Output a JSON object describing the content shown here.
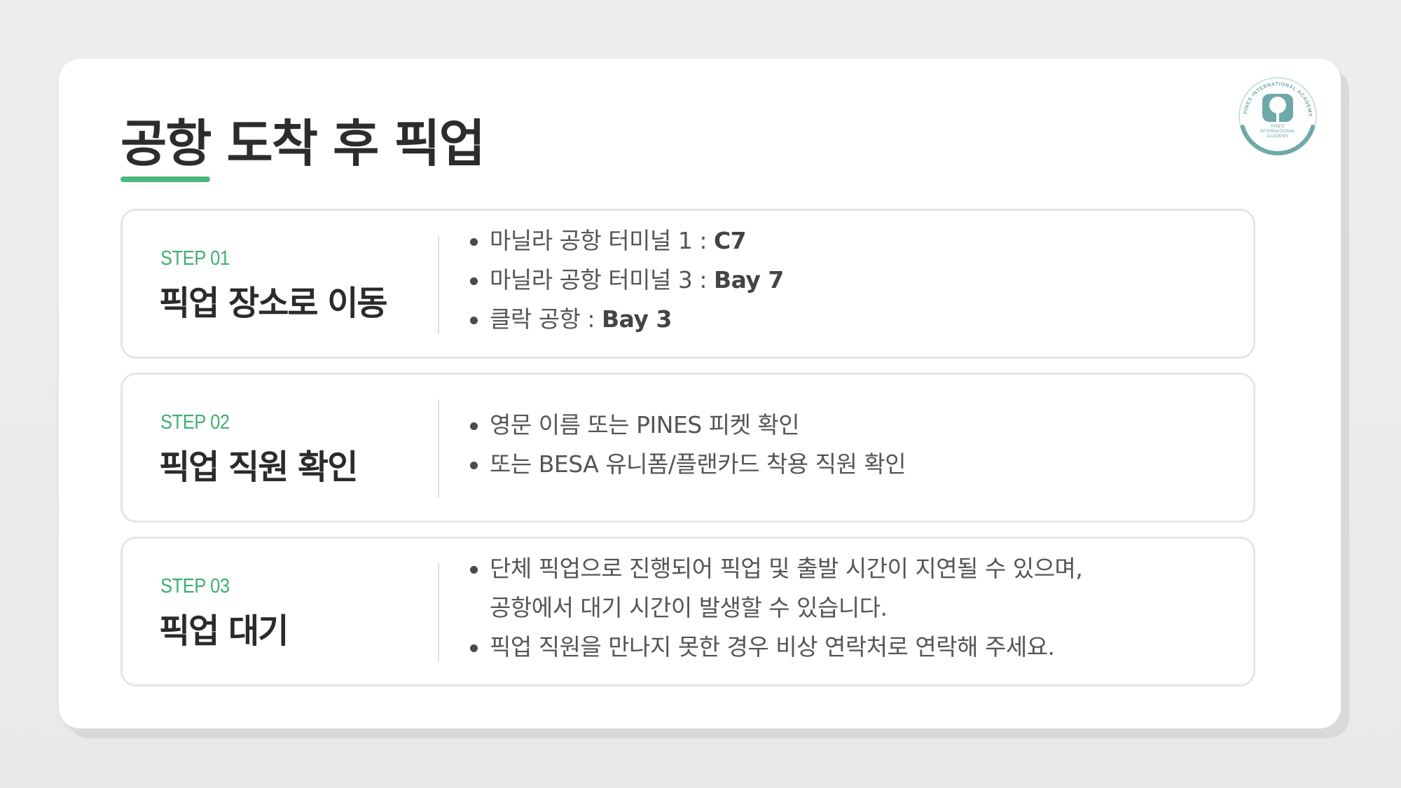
{
  "title": "공항 도착 후 픽업",
  "logo": {
    "ring_text": "PINES INTERNATIONAL ACADEMY",
    "inner_text_1": "PINES",
    "inner_text_2": "INTERNATIONAL",
    "inner_text_3": "ACADEMY",
    "color": "#6fa8a8"
  },
  "accent_color": "#4cb87c",
  "steps": [
    {
      "label": "STEP 01",
      "heading": "픽업 장소로 이동",
      "bullets": [
        {
          "text": "마닐라 공항 터미널 1 : ",
          "bold": "C7"
        },
        {
          "text": "마닐라 공항 터미널 3 : ",
          "bold": "Bay 7"
        },
        {
          "text": "클락 공항 : ",
          "bold": "Bay 3"
        }
      ]
    },
    {
      "label": "STEP 02",
      "heading": "픽업 직원 확인",
      "bullets": [
        {
          "text": "영문 이름 또는 PINES 피켓 확인"
        },
        {
          "text": "또는 BESA 유니폼/플랜카드 착용 직원 확인"
        }
      ]
    },
    {
      "label": "STEP 03",
      "heading": "픽업 대기",
      "bullets": [
        {
          "text": "단체 픽업으로 진행되어 픽업 및 출발 시간이 지연될 수 있으며,"
        },
        {
          "text": "픽업 직원을 만나지 못한 경우 비상 연락처로 연락해 주세요."
        }
      ],
      "continuation": "공항에서 대기 시간이 발생할 수 있습니다."
    }
  ]
}
